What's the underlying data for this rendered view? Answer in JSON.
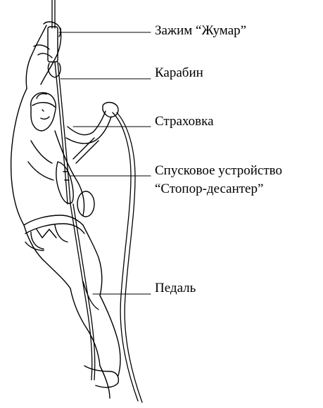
{
  "labels": {
    "clamp": "Зажим “Жумар”",
    "carabiner": "Карабин",
    "belay": "Страховка",
    "descender_line1": "Спусковое устройство",
    "descender_line2": "“Стопор-десантер”",
    "pedal": "Педаль"
  },
  "colors": {
    "ink": "#000000",
    "background": "#ffffff"
  }
}
